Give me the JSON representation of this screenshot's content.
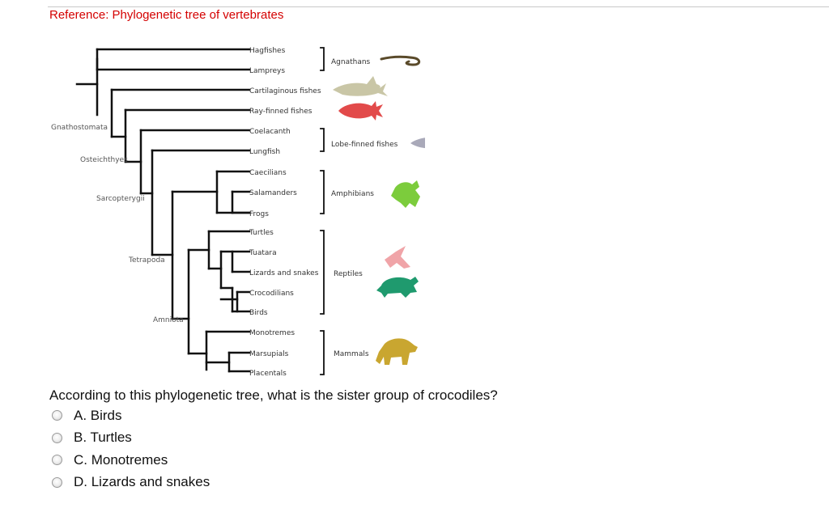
{
  "header": {
    "title": "Reference: Phylogenetic tree of vertebrates"
  },
  "figure": {
    "taxa": [
      "Hagfishes",
      "Lampreys",
      "Cartilaginous fishes",
      "Ray-finned fishes",
      "Coelacanth",
      "Lungfish",
      "Caecilians",
      "Salamanders",
      "Frogs",
      "Turtles",
      "Tuatara",
      "Lizards and snakes",
      "Crocodilians",
      "Birds",
      "Monotremes",
      "Marsupials",
      "Placentals"
    ],
    "clades": [
      "Gnathostomata",
      "Osteichthyes",
      "Sarcopterygii",
      "Tetrapoda",
      "Amniota"
    ],
    "groups": [
      "Agnathans",
      "Lobe-finned fishes",
      "Amphibians",
      "Reptiles",
      "Mammals"
    ],
    "colors": {
      "branch": "#111111",
      "shark": "#c9c6a6",
      "tuna": "#e24a4a",
      "coelacanth": "#a9a9b9",
      "frog": "#7ccc3c",
      "bird": "#f0a4a8",
      "turtle": "#1f9a6e",
      "bear": "#c9a630",
      "hagfish": "#5a4a2a"
    },
    "icons": [
      "hagfish-icon",
      "shark-icon",
      "tuna-icon",
      "coelacanth-icon",
      "frog-icon",
      "bird-icon",
      "turtle-icon",
      "bear-icon"
    ]
  },
  "quiz": {
    "question": "According to this phylogenetic tree, what is the sister group of crocodiles?",
    "options": [
      "A. Birds",
      "B. Turtles",
      "C. Monotremes",
      "D. Lizards and snakes"
    ]
  }
}
